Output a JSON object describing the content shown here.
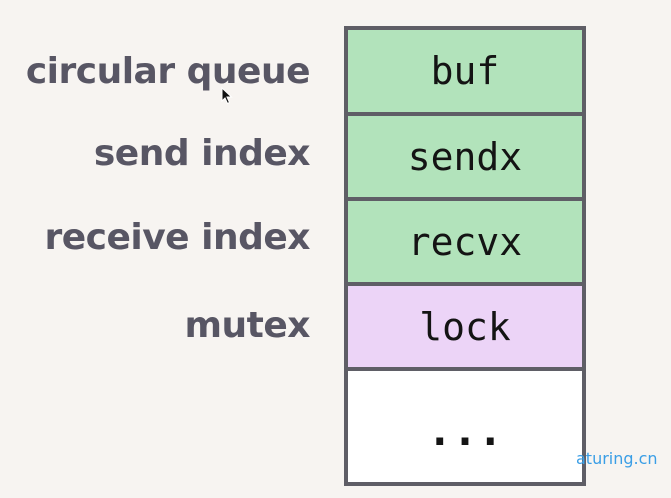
{
  "labels": {
    "circular_queue": "circular queue",
    "send_index": "send index",
    "receive_index": "receive index",
    "mutex": "mutex"
  },
  "fields": {
    "buf": "buf",
    "sendx": "sendx",
    "recvx": "recvx",
    "lock": "lock",
    "more": "..."
  },
  "watermark": "aturing.cn",
  "colors": {
    "background": "#f7f4f1",
    "label_text": "#585664",
    "box_border": "#5f5e66",
    "green_field": "#b2e3bb",
    "purple_field": "#ecd4f7",
    "white_field": "#ffffff",
    "watermark": "#3a9ee6"
  }
}
